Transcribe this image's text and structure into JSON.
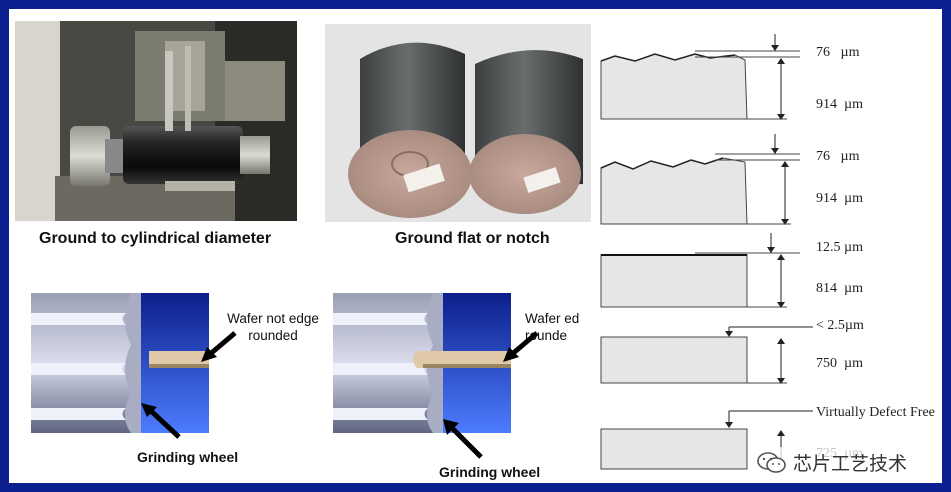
{
  "figure": {
    "captions": {
      "cylindrical": "Ground to cylindrical diameter",
      "flat": "Ground flat or notch",
      "not_rounded": "Wafer not edge rounded",
      "rounded": "Wafer ed rounde",
      "wheel_left": "Grinding wheel",
      "wheel_right": "Grinding wheel"
    },
    "layers": [
      {
        "top": "76",
        "top_unit": "µm",
        "bottom": "914",
        "bottom_unit": "µm"
      },
      {
        "top": "76",
        "top_unit": "µm",
        "bottom": "914",
        "bottom_unit": "µm"
      },
      {
        "top": "12.5",
        "top_unit": "µm",
        "bottom": "814",
        "bottom_unit": "µm"
      },
      {
        "top": "< 2.5µm",
        "top_unit": "",
        "bottom": "750",
        "bottom_unit": "µm"
      },
      {
        "top": "Virtually Defect Free",
        "top_unit": "",
        "bottom": "725",
        "bottom_unit": "µm"
      }
    ],
    "watermark": "芯片工艺技术",
    "colors": {
      "frame": "#0b1f8f",
      "block_fill": "#e6e6e6",
      "blue_bg": "#1f3fbf"
    }
  }
}
